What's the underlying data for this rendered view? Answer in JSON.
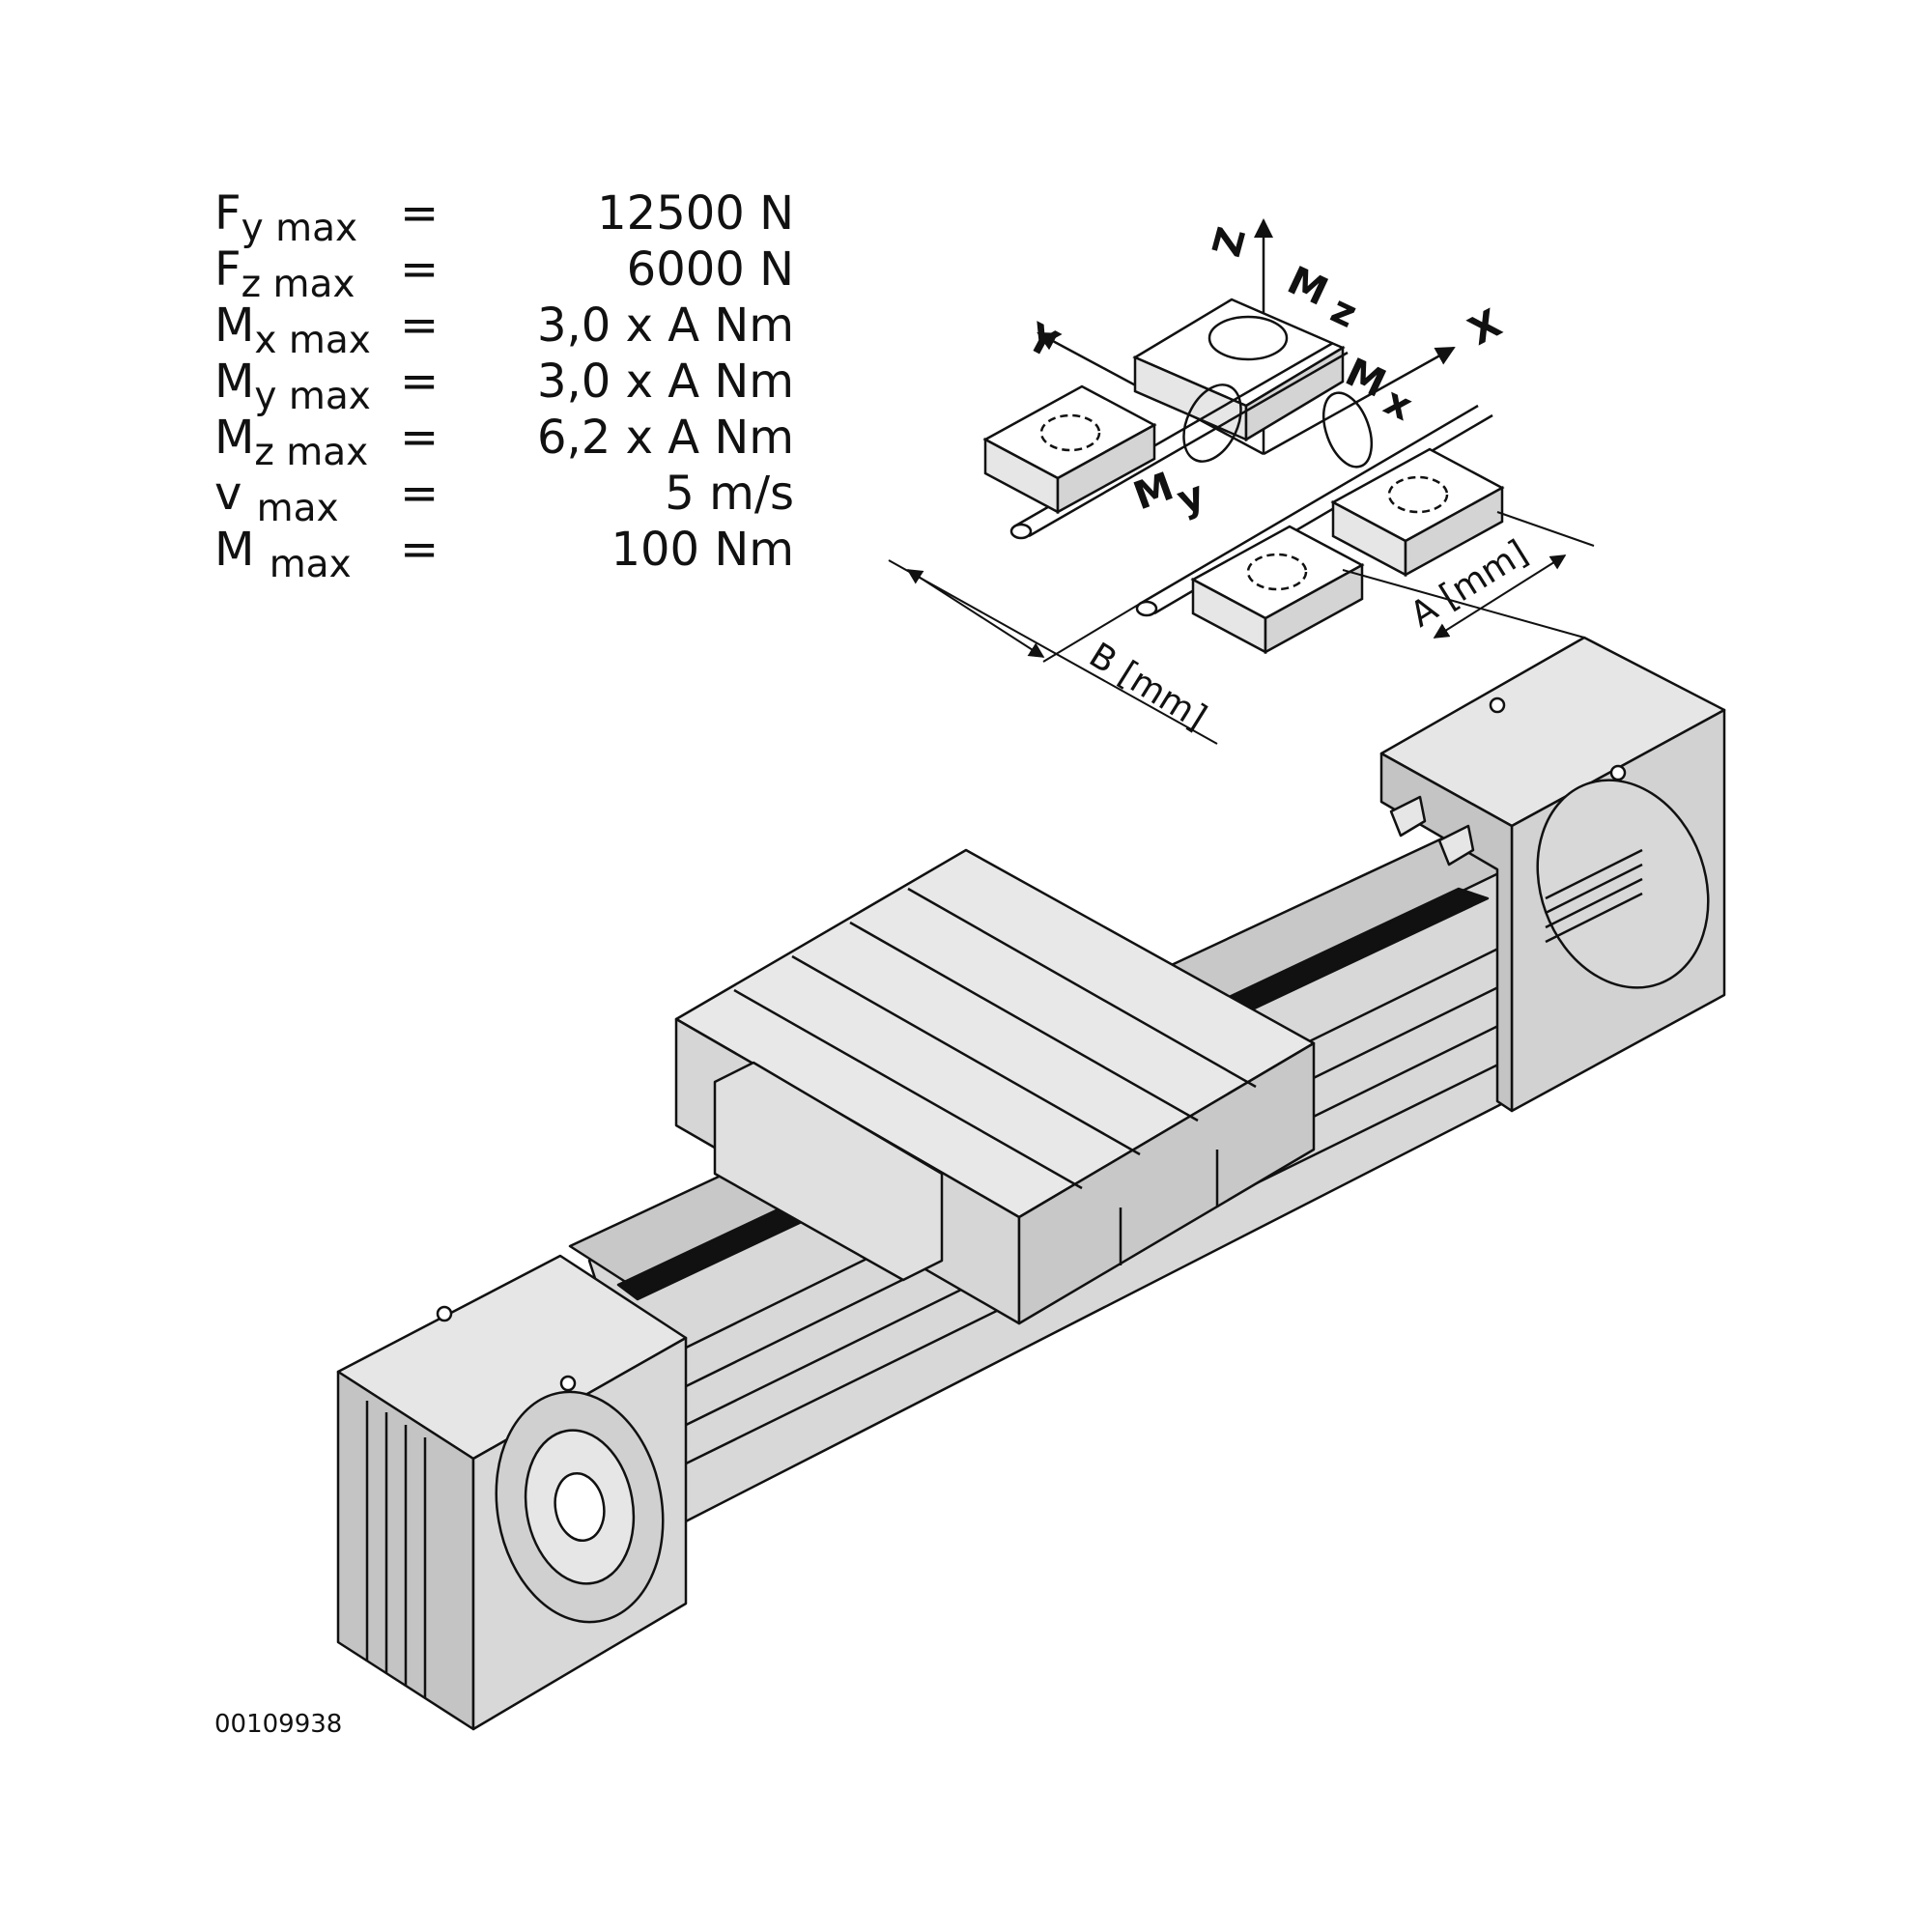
{
  "specs": [
    {
      "symbol": "F",
      "sub": "y max",
      "eq": "=",
      "value": "12500 N"
    },
    {
      "symbol": "F",
      "sub": "z max",
      "eq": "=",
      "value": "6000 N"
    },
    {
      "symbol": "M",
      "sub": "x max",
      "eq": "=",
      "value": "3,0 x A Nm"
    },
    {
      "symbol": "M",
      "sub": "y max",
      "eq": "=",
      "value": "3,0 x A Nm"
    },
    {
      "symbol": "M",
      "sub": "z max",
      "eq": "=",
      "value": "6,2 x A Nm"
    },
    {
      "symbol": "v",
      "sub": "max",
      "eq": "=",
      "value": "5 m/s"
    },
    {
      "symbol": "M",
      "sub": "max",
      "eq": "=",
      "value": "100 Nm"
    }
  ],
  "axes": {
    "z": "Z",
    "y": "Y",
    "x": "X",
    "mz": "M",
    "mz_sub": "z",
    "mx": "M",
    "mx_sub": "x",
    "my": "M",
    "my_sub": "y"
  },
  "dimensions": {
    "a": "A [mm]",
    "b": "B [mm]"
  },
  "reference_number": "00109938"
}
